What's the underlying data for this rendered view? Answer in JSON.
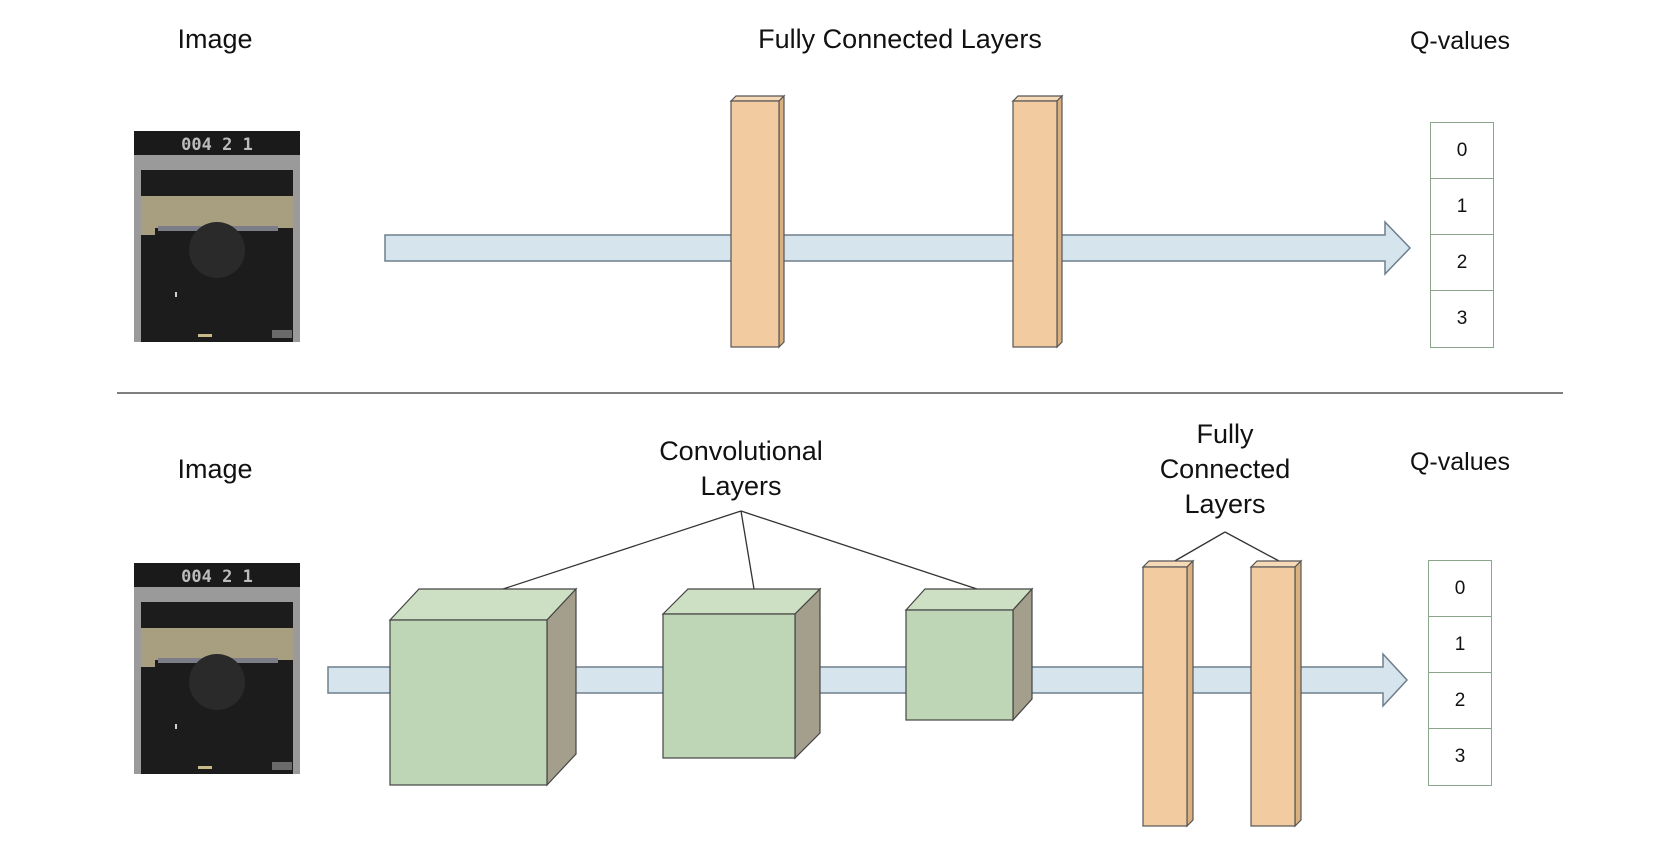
{
  "top": {
    "image_label": "Image",
    "layers_label": "Fully Connected Layers",
    "output_label": "Q-values",
    "q_values": [
      "0",
      "1",
      "2",
      "3"
    ],
    "screen": {
      "score": "004  2  1"
    }
  },
  "bottom": {
    "image_label": "Image",
    "conv_label_line1": "Convolutional",
    "conv_label_line2": "Layers",
    "fc_label_line1": "Fully",
    "fc_label_line2": "Connected",
    "fc_label_line3": "Layers",
    "output_label": "Q-values",
    "q_values": [
      "0",
      "1",
      "2",
      "3"
    ],
    "screen": {
      "score": "004  2  1"
    }
  },
  "colors": {
    "arrow_fill": "#d6e4ee",
    "fc_layer_fill": "#f2cba0",
    "fc_layer_side": "#d9b080",
    "conv_front": "#bfd6b6",
    "conv_top": "#cde0c4",
    "conv_side": "#a49f8c",
    "divider": "#555555"
  }
}
